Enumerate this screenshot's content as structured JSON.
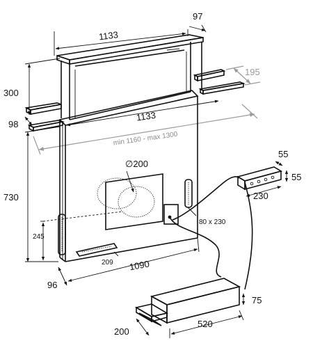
{
  "colors": {
    "line": "#111111",
    "gray": "#9a9a9a",
    "light_gray": "#d0d0d0",
    "background": "#ffffff"
  },
  "dimensions": {
    "top_width": "1133",
    "top_depth": "97",
    "height_300": "300",
    "offset_98": "98",
    "lower_width": "1133",
    "min_max_width": "min 1160 - max 1300",
    "depth_195": "195",
    "duct_diameter": "∅200",
    "total_height": "730",
    "opening": "80 x 230",
    "height_245": "245",
    "width_209": "209",
    "base_width": "1090",
    "base_depth": "96",
    "control_depth": "55",
    "control_height": "55",
    "control_width": "230",
    "motor_height": "75",
    "motor_width": "520",
    "motor_depth": "200"
  }
}
